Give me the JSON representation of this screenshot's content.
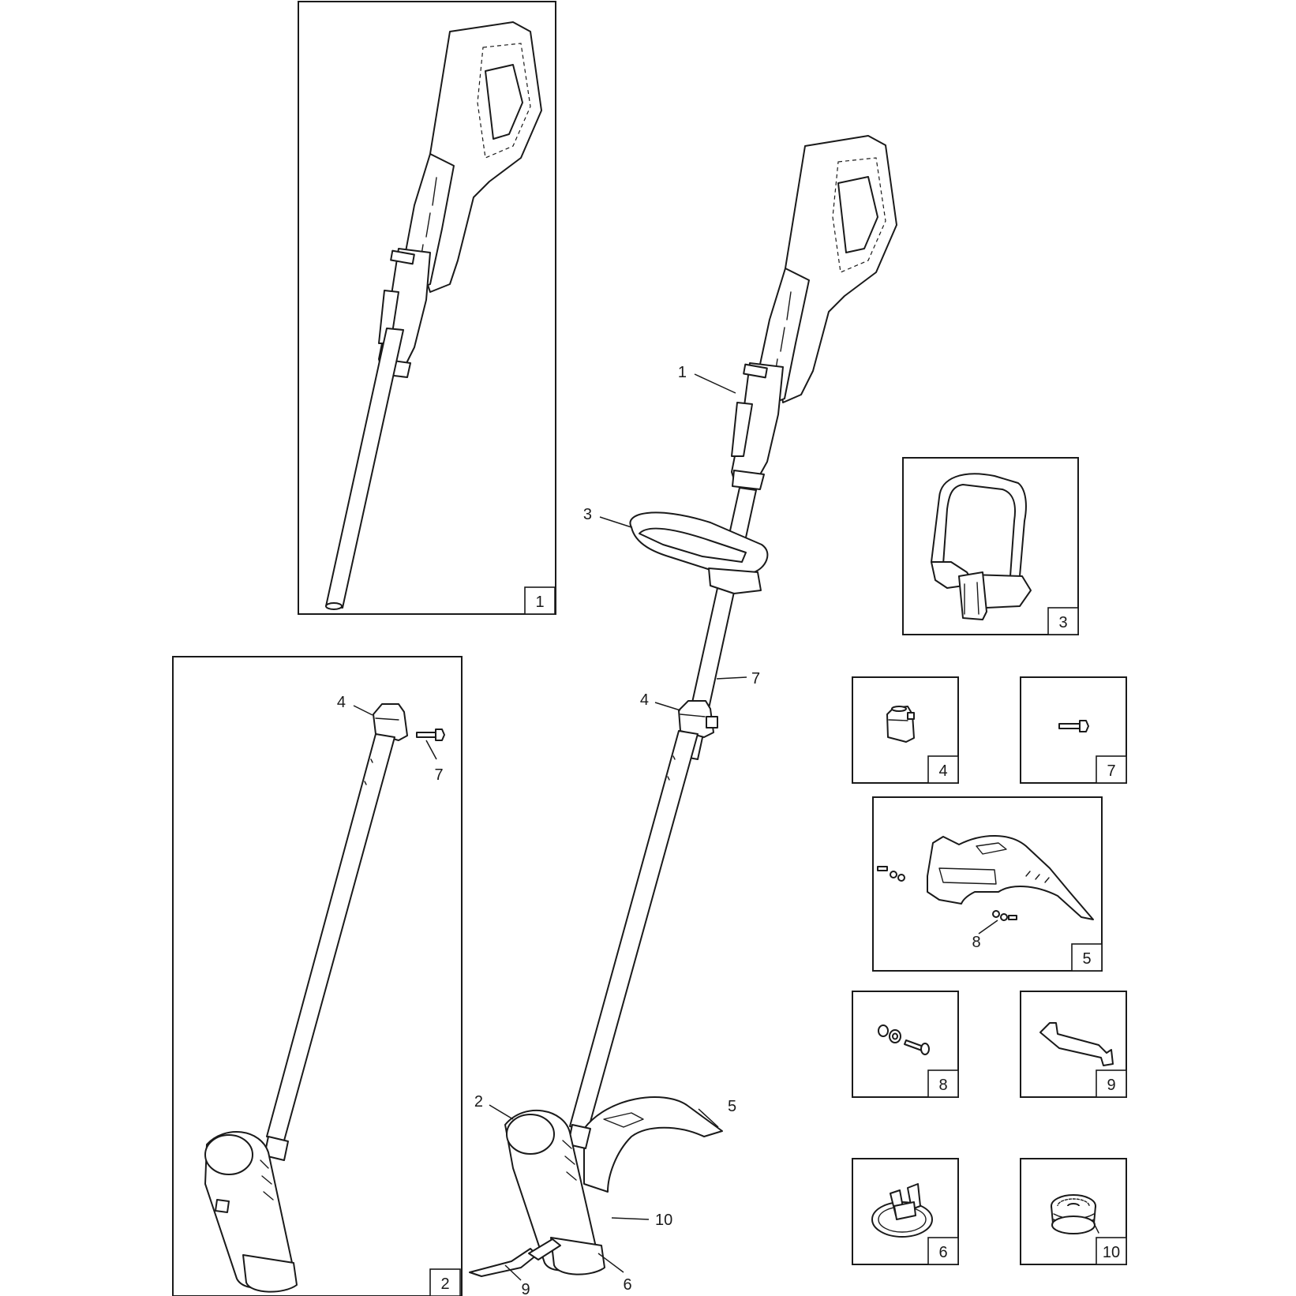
{
  "callouts": {
    "handle_assembly": "1",
    "motor_housing": "2",
    "front_handle": "3",
    "clamp": "4",
    "guard": "5",
    "spool_cap": "6",
    "bolt": "7",
    "screw_washer": "8",
    "edge_guide": "9",
    "spool": "10"
  },
  "boxes": {
    "box_1": "1",
    "box_2": "2",
    "box_3": "3",
    "box_4": "4",
    "box_7": "7",
    "box_5": "5",
    "box_8": "8",
    "box_9": "9",
    "box_6": "6",
    "box_10": "10"
  },
  "box_2_callouts": {
    "clamp": "4",
    "bolt": "7"
  },
  "box_5_callouts": {
    "screw_washer": "8"
  }
}
